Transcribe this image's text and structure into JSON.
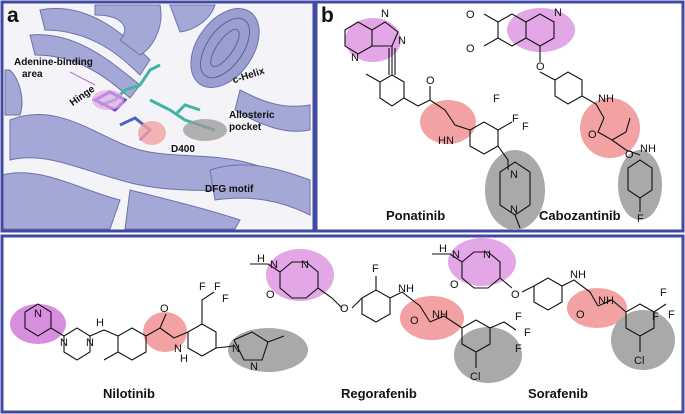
{
  "panel_a": {
    "letter": "a",
    "labels": {
      "adenine": [
        "Adenine-binding",
        "area"
      ],
      "hinge": "Hinge",
      "chelix": "c-Helix",
      "allosteric": [
        "Allosteric",
        "pocket"
      ],
      "d400": "D400",
      "dfg": "DFG motif"
    }
  },
  "panel_b": {
    "letter": "b",
    "compounds": [
      "Ponatinib",
      "Cabozantinib",
      "Nilotinib",
      "Regorafenib",
      "Sorafenib"
    ]
  },
  "atoms": {
    "N": "N",
    "O": "O",
    "F": "F",
    "Cl": "Cl",
    "NH": "NH",
    "HN": "HN",
    "H": "H",
    "HNH": "N",
    "CF3": "F"
  },
  "colors": {
    "frame": "#3f4aa0",
    "hinge_pink": "#e3a6e6",
    "amide_red": "#f2a2a2",
    "tail_gray": "#a9a9a9",
    "protein": "#a4a8d6"
  }
}
